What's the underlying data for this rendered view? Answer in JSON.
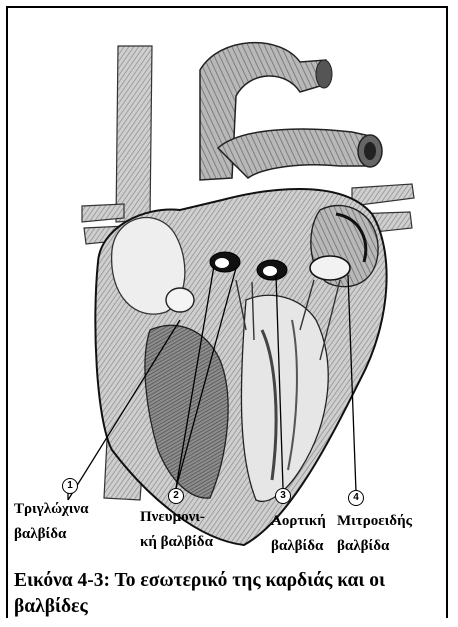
{
  "labels": [
    {
      "num": "1",
      "line1": "Τριγλώχινα",
      "line2": "βαλβίδα"
    },
    {
      "num": "2",
      "line1": "Πνευμονι-",
      "line2": "κή βαλβίδα"
    },
    {
      "num": "3",
      "line1": "Αορτική",
      "line2": "βαλβίδα"
    },
    {
      "num": "4",
      "line1": "Μιτροειδής",
      "line2": "βαλβίδα"
    }
  ],
  "caption": "Εικόνα 4-3: Το εσωτερικό της καρδιάς και οι βαλβίδες"
}
